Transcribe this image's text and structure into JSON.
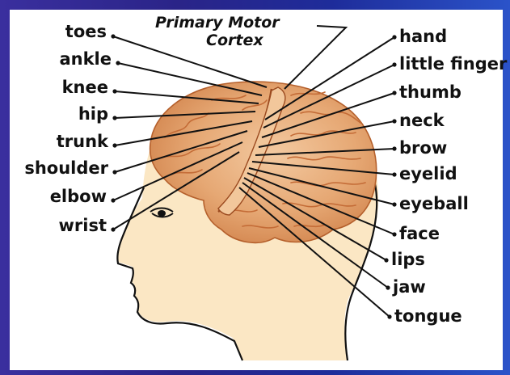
{
  "title": {
    "line1": "Primary Motor",
    "line2": "Cortex"
  },
  "left_labels": [
    "toes",
    "ankle",
    "knee",
    "hip",
    "trunk",
    "shoulder",
    "elbow",
    "wrist"
  ],
  "right_labels": [
    "hand",
    "little finger",
    "thumb",
    "neck",
    "brow",
    "eyelid",
    "eyeball",
    "face",
    "lips",
    "jaw",
    "tongue"
  ],
  "colors": {
    "background": "#2a2488",
    "brain": "#e9b07a",
    "brain_fold": "#c9743e",
    "skin": "#fbe7c4",
    "outline": "#111111"
  }
}
